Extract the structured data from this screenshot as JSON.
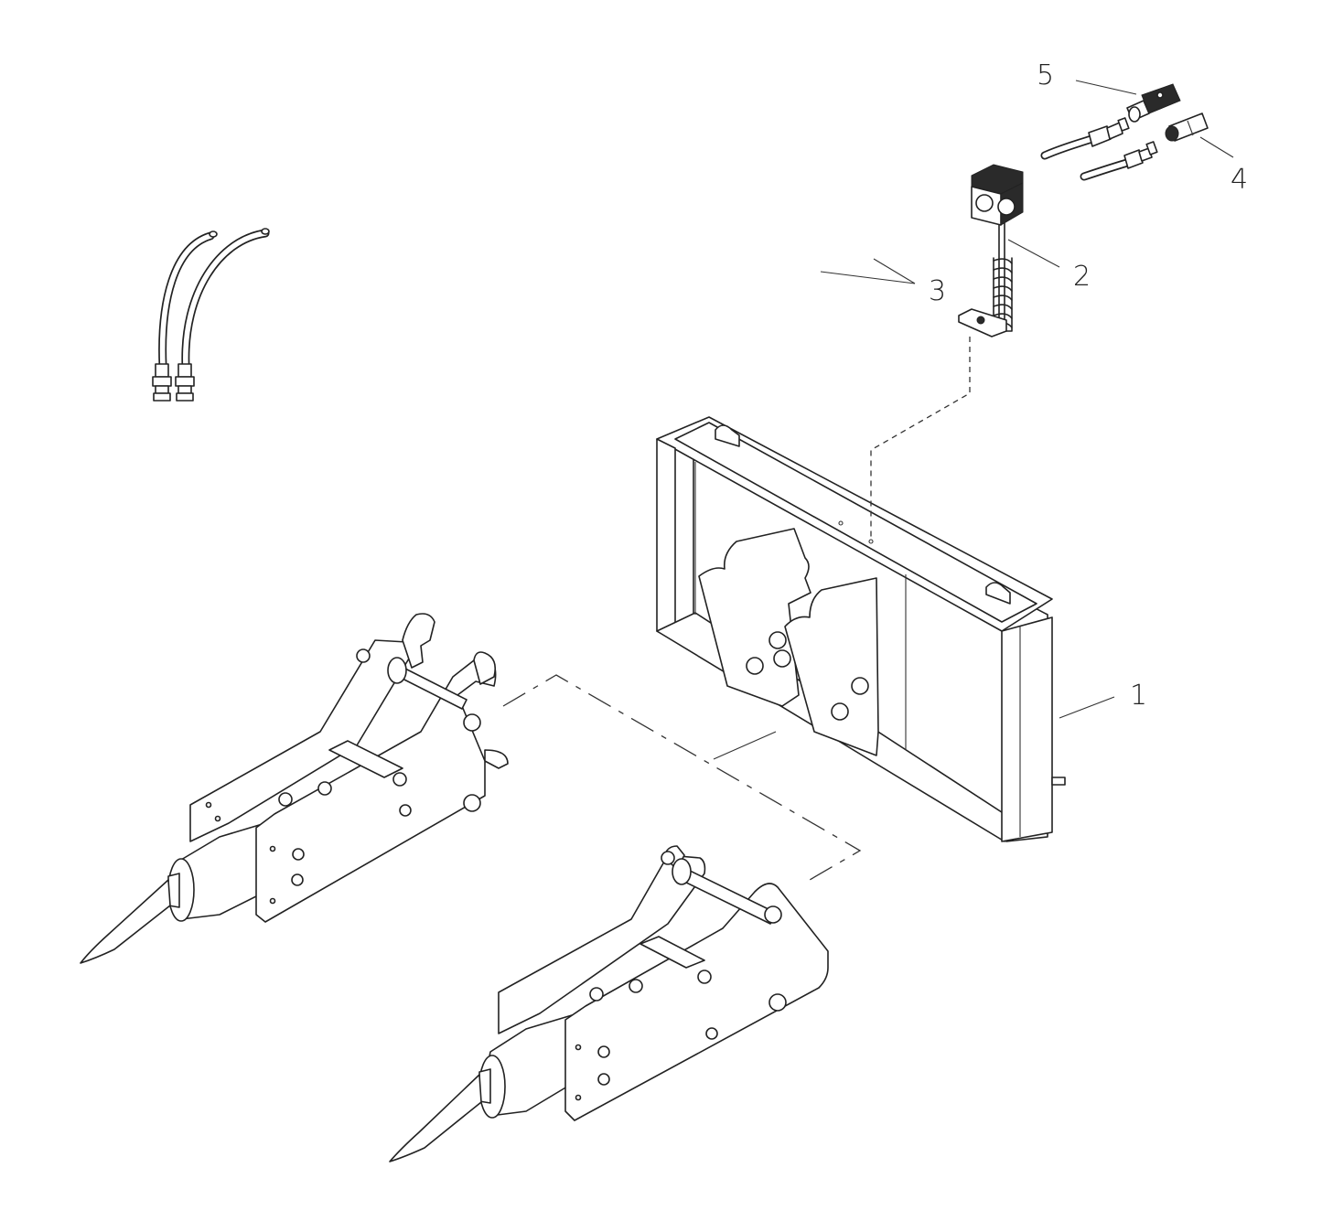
{
  "callouts": [
    {
      "label": "1"
    },
    {
      "label": "2"
    },
    {
      "label": "3"
    },
    {
      "label": "4"
    },
    {
      "label": "5"
    }
  ],
  "colors": {
    "line": "#222222",
    "background": "#ffffff"
  }
}
